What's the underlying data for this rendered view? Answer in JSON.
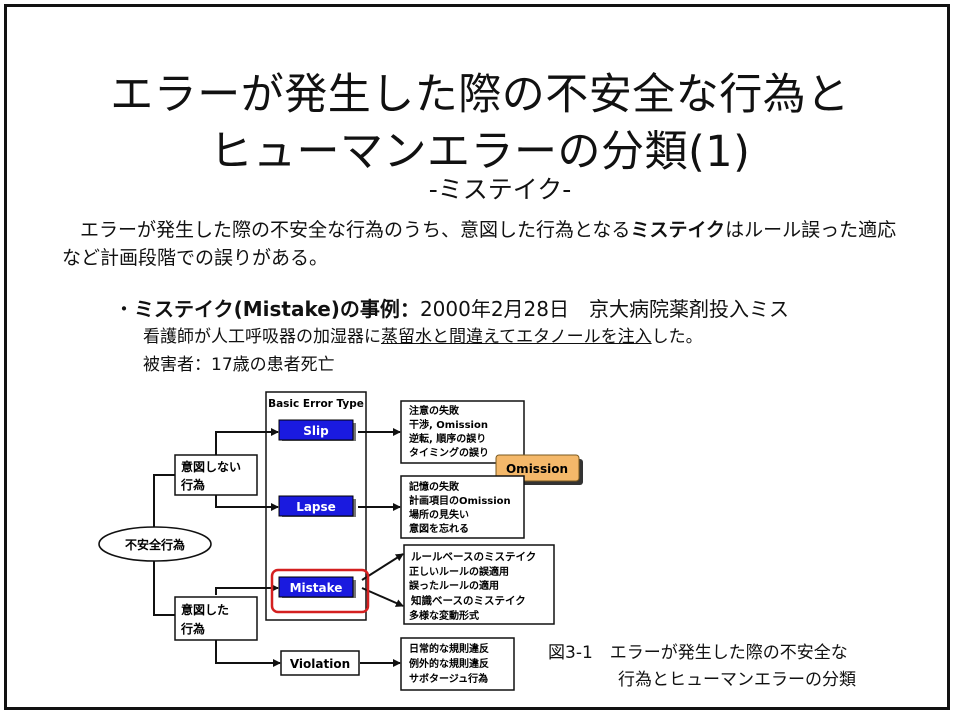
{
  "slide": {
    "title_line1": "エラーが発生した際の不安全な行為と",
    "title_line2": "ヒューマンエラーの分類(1)",
    "subtitle": "-ミステイク-",
    "intro": {
      "part1": "エラーが発生した際の不安全な行為のうち、意図した行為となる",
      "keyword": "ミステイク",
      "part2": "はルール誤った適応など計画段階での誤りがある。"
    },
    "case": {
      "bullet": "・",
      "heading": "ミステイク(Mistake)の事例：",
      "detail": "2000年2月28日　京大病院薬剤投入ミス",
      "line2_a": "看護師が人工呼吸器の加湿器に",
      "line2_b": "蒸留水と間違えてエタノールを注入",
      "line2_c": "した。",
      "line3": "被害者：17歳の患者死亡"
    },
    "caption_line1": "図3-1　エラーが発生した際の不安全な",
    "caption_line2": "行為とヒューマンエラーの分類"
  },
  "diagram": {
    "root": "不安全行為",
    "unintended": [
      "意図しない",
      "行為"
    ],
    "intended": [
      "意図した",
      "行為"
    ],
    "column_header": "Basic Error Type",
    "types": {
      "slip": "Slip",
      "lapse": "Lapse",
      "mistake": "Mistake",
      "violation": "Violation"
    },
    "slip_details": [
      "注意の失敗",
      "干渉, Omission",
      "逆転, 順序の誤り",
      "タイミングの誤り"
    ],
    "lapse_details": [
      "記憶の失敗",
      "計画項目のOmission",
      "場所の見失い",
      "意図を忘れる"
    ],
    "mistake_details": [
      "ルールベースのミステイク",
      "正しいルールの誤適用",
      "誤ったルールの適用",
      "知識ベースのミステイク",
      "多様な変動形式"
    ],
    "violation_details": [
      "日常的な規則違反",
      "例外的な規則違反",
      "サボタージュ行為"
    ],
    "omission_tag": "Omission",
    "colors": {
      "type_box": "#1a1adf",
      "omission_tag": "#f4b86a",
      "highlight": "#d42020"
    }
  }
}
